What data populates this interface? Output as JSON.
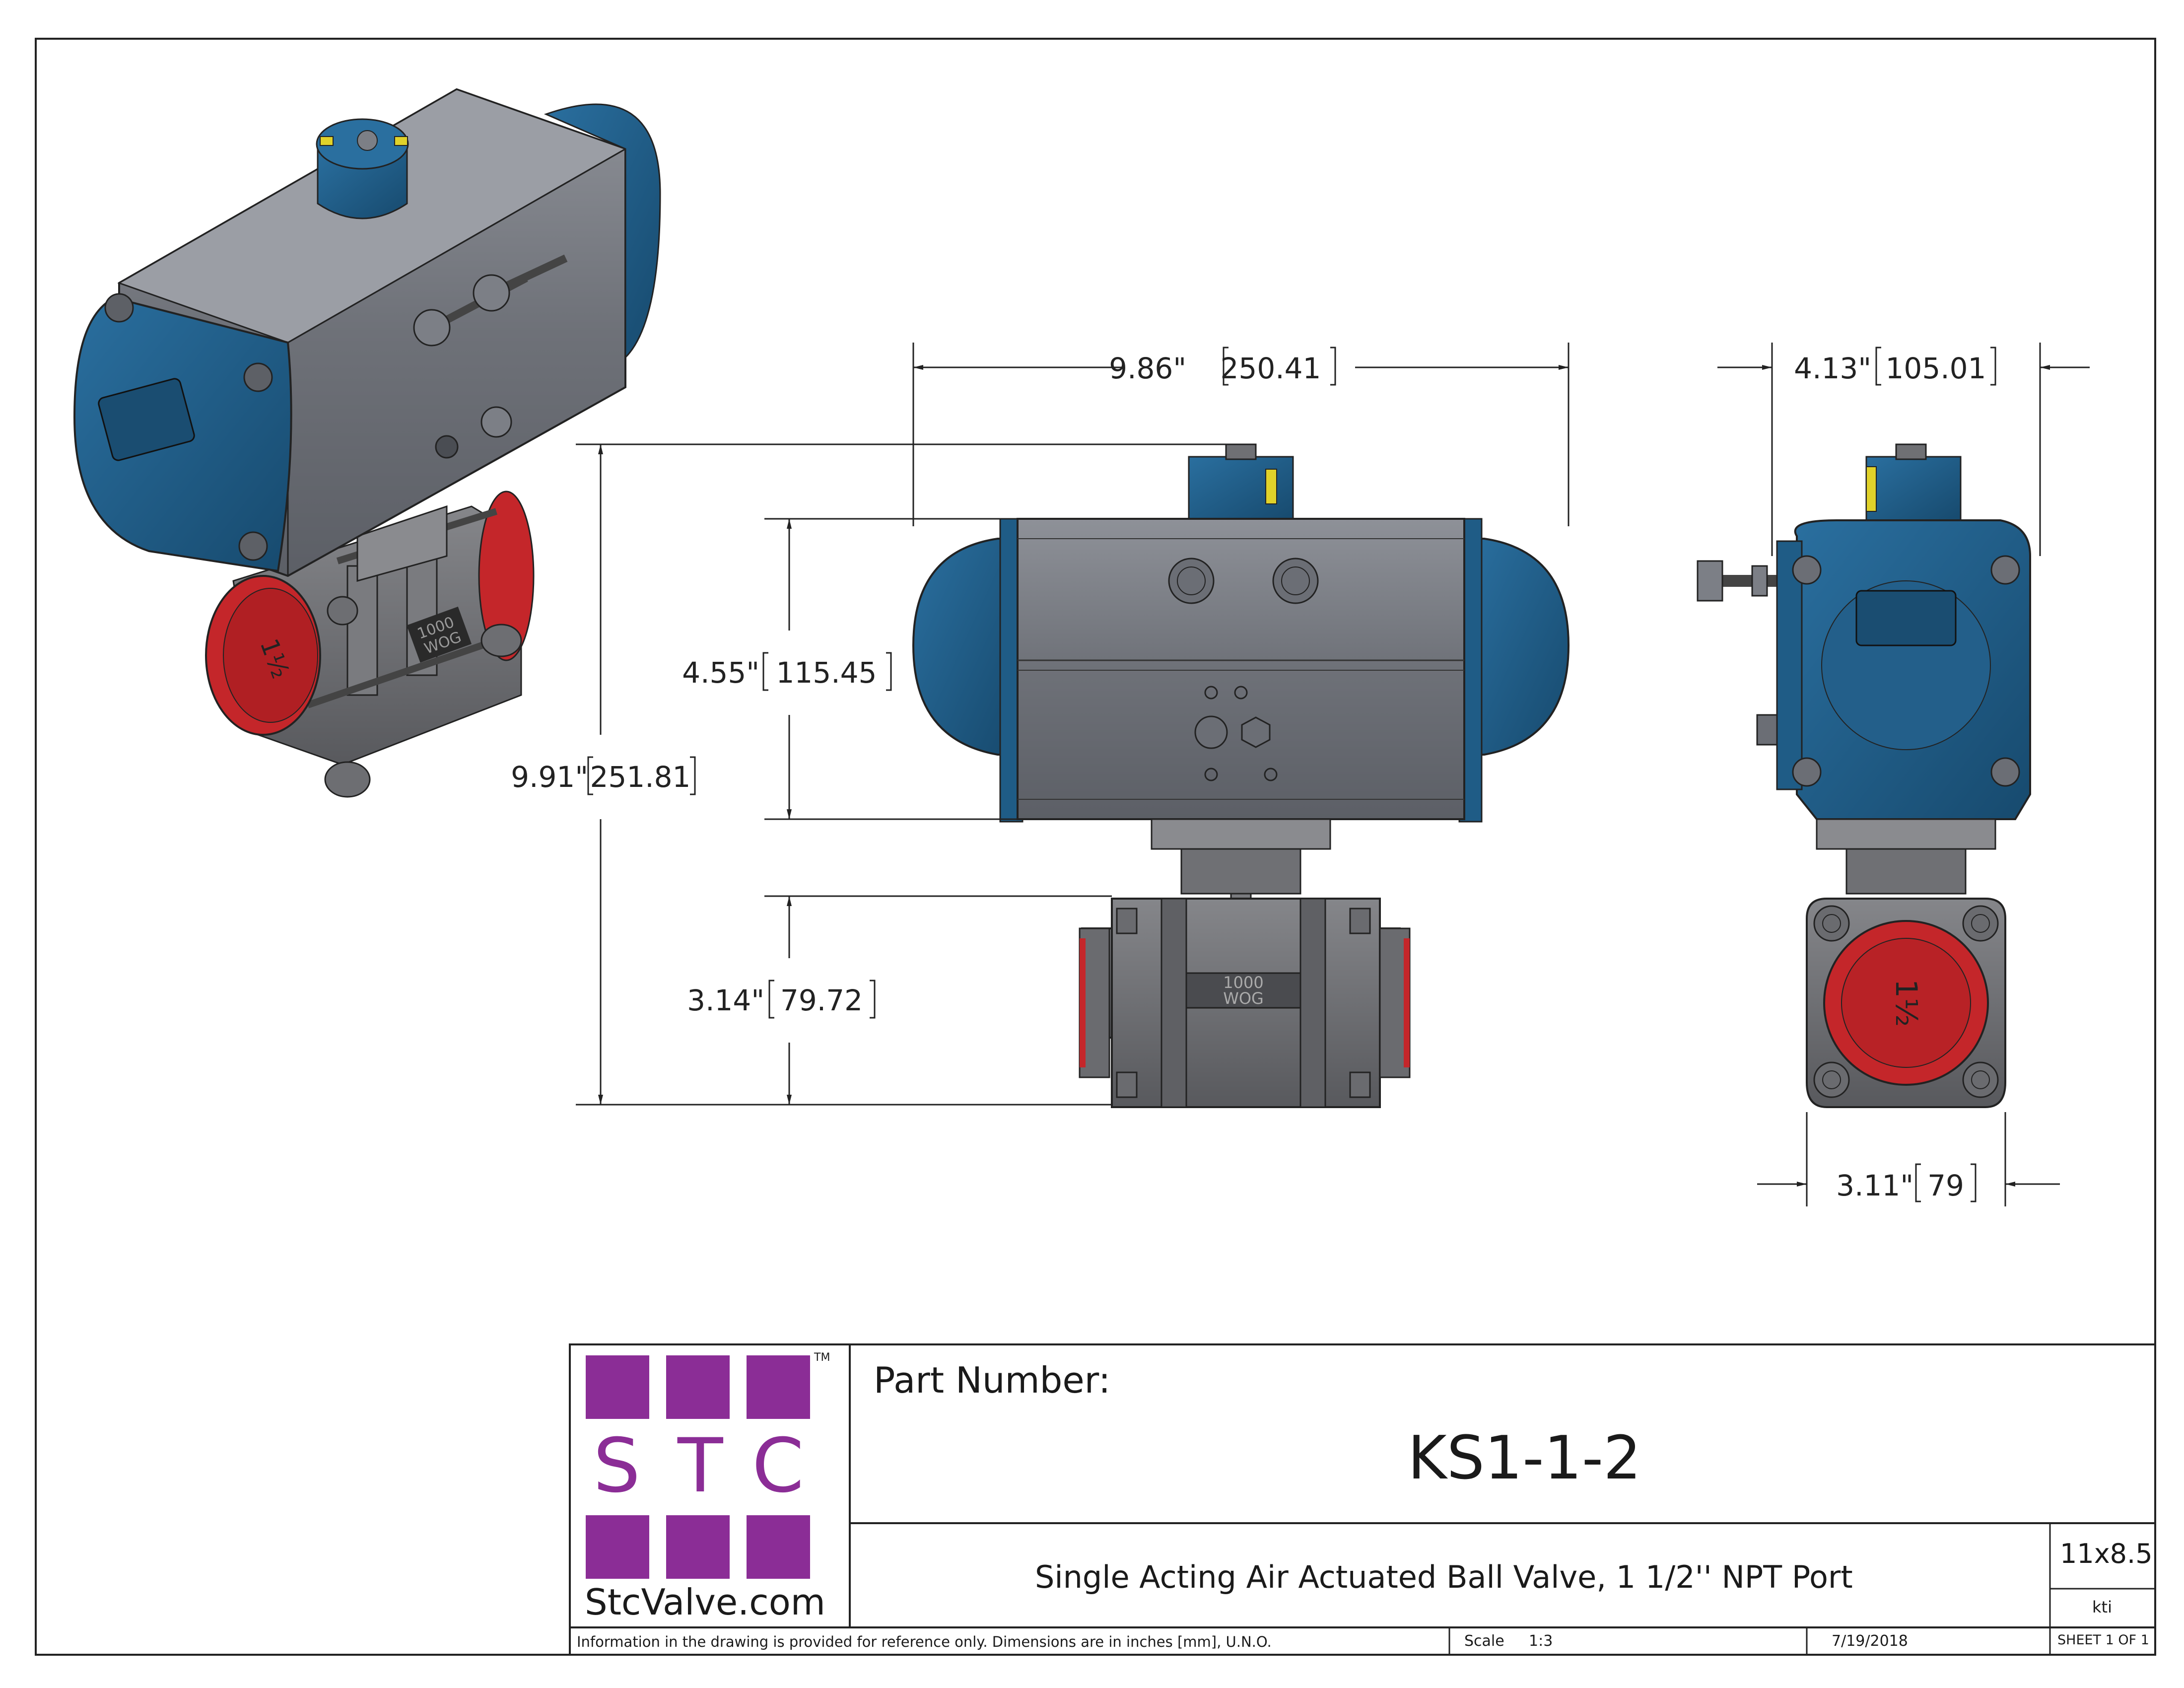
{
  "dimensions": {
    "overall_width": {
      "inch": "9.86\"",
      "mm": "250.41"
    },
    "overall_height": {
      "inch": "9.91\"",
      "mm": "251.81"
    },
    "actuator_height": {
      "inch": "4.55\"",
      "mm": "115.45"
    },
    "valve_height": {
      "inch": "3.14\"",
      "mm": "79.72"
    },
    "side_width": {
      "inch": "4.13\"",
      "mm": "105.01"
    },
    "valve_face": {
      "inch": "3.11\"",
      "mm": "79"
    }
  },
  "valve_markings": {
    "rating_top": "1000",
    "rating_bottom": "WOG",
    "port_size": "1½"
  },
  "title_block": {
    "logo_letters": [
      "S",
      "T",
      "C"
    ],
    "trademark": "TM",
    "website": "StcValve.com",
    "part_number_label": "Part Number:",
    "part_number": "KS1-1-2",
    "description": "Single Acting Air Actuated Ball Valve, 1 1/2'' NPT Port",
    "sheet_size": "11x8.5",
    "drawn_by": "kti",
    "disclaimer": "Information in the drawing is provided for reference only. Dimensions are in inches [mm], U.N.O.",
    "scale_label": "Scale",
    "scale_value": "1:3",
    "date": "7/19/2018",
    "sheet": "SHEET 1 OF 1"
  },
  "colors": {
    "actuator_body": "#7c7f86",
    "end_cap_blue": "#1f5c86",
    "valve_body": "#6f7074",
    "port_cap_red": "#c4262a",
    "indicator_yellow": "#e0d22a",
    "logo_purple": "#8b2d96"
  }
}
